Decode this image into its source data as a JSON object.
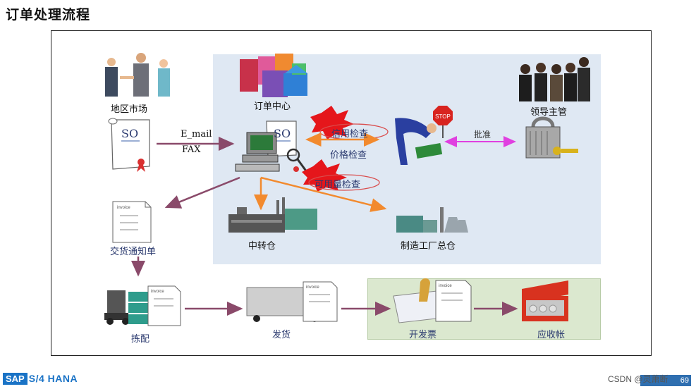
{
  "page": {
    "title": "订单处理流程"
  },
  "diagram": {
    "region_market": "地区市场",
    "order_center": "订单中心",
    "leaders": "领导主管",
    "so_left": "SO",
    "so_right": "SO",
    "channel_email": "E_mail",
    "channel_fax": "FAX",
    "credit_check": "信用检查",
    "price_check": "价格检查",
    "availability_check": "可用量检查",
    "approve": "批准",
    "transit_warehouse": "中转仓",
    "factory_warehouse": "制造工厂总仓",
    "delivery_note": "交货通知单",
    "picking": "拣配",
    "shipping": "发货",
    "invoicing": "开发票",
    "receivables": "应收帐",
    "invoice_tag": "invoice",
    "stop_sign": "STOP"
  },
  "footer": {
    "sap": "SAP",
    "product": "S/4 HANA",
    "watermark": "CSDN @灵萧断",
    "page_badge": "69"
  },
  "colors": {
    "blue_zone": "#dfe8f3",
    "green_zone": "#dbe8cf",
    "arrow_purple": "#8a4a6a",
    "arrow_orange": "#f28a2e",
    "arrow_magenta": "#e040e0",
    "starburst_red": "#e5161b"
  }
}
